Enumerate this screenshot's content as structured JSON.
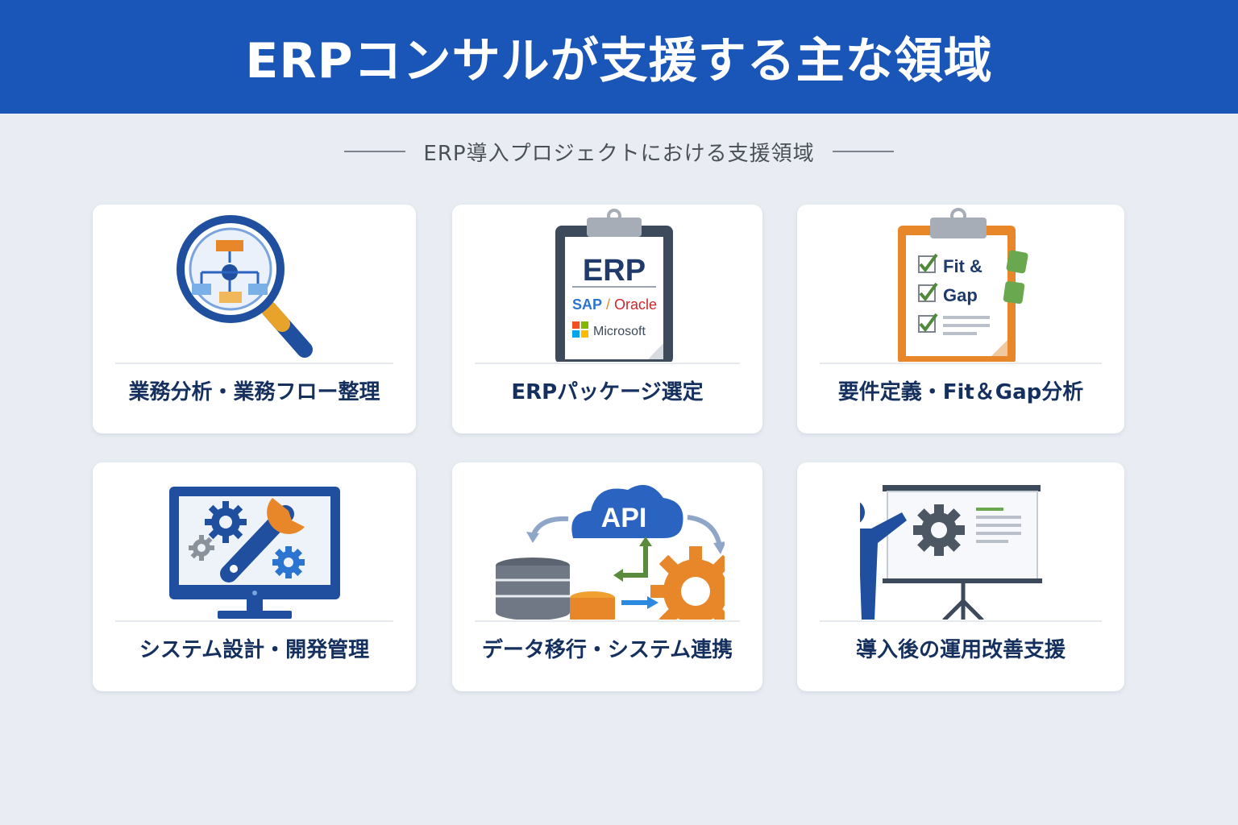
{
  "header": {
    "title": "ERPコンサルが支援する主な領域"
  },
  "subtitle": "ERP導入プロジェクトにおける支援領域",
  "cards": [
    {
      "label": "業務分析・業務フロー整理",
      "icon": "magnifier-flowchart-icon"
    },
    {
      "label": "ERPパッケージ選定",
      "icon": "erp-clipboard-icon",
      "clipboard": {
        "title": "ERP",
        "vendor1": "SAP",
        "separator": "/",
        "vendor2": "Oracle",
        "vendor3": "Microsoft"
      }
    },
    {
      "label": "要件定義・Fit＆Gap分析",
      "icon": "checklist-clipboard-icon",
      "clipboard": {
        "line1": "Fit &",
        "line2": "Gap"
      }
    },
    {
      "label": "システム設計・開発管理",
      "icon": "monitor-gears-wrench-icon"
    },
    {
      "label": "データ移行・システム連携",
      "icon": "api-cloud-database-icon",
      "cloud_text": "API"
    },
    {
      "label": "導入後の運用改善支援",
      "icon": "presenter-board-icon"
    }
  ],
  "colors": {
    "header_bg": "#1a56b8",
    "page_bg": "#e9edf3",
    "label_text": "#15305e",
    "accent_orange": "#e8862a",
    "accent_blue": "#2b63c0",
    "accent_green": "#6aa84f"
  }
}
